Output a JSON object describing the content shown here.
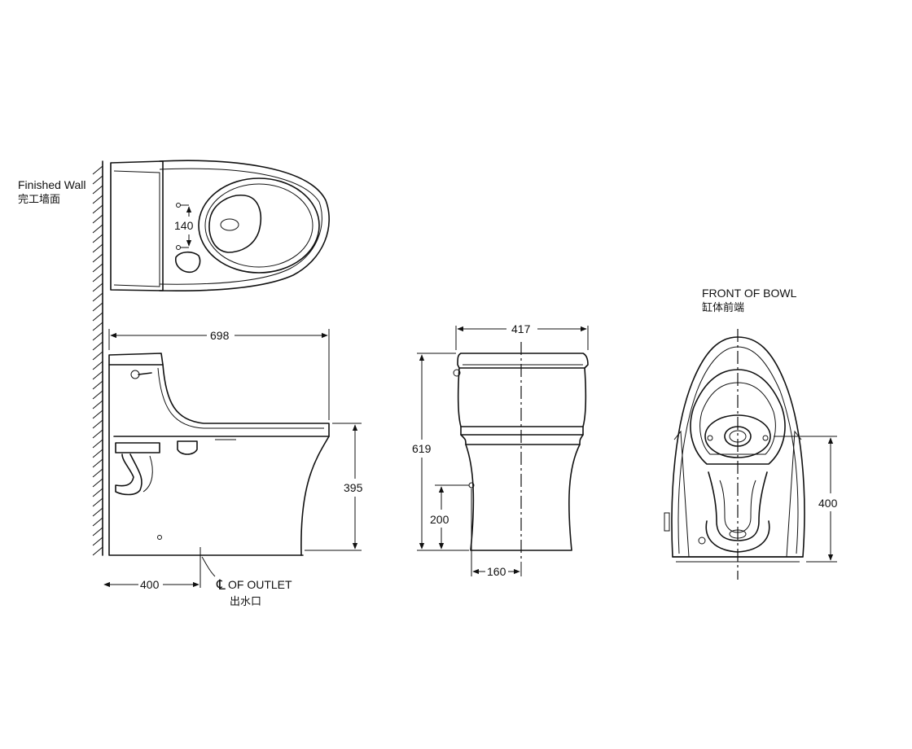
{
  "labels": {
    "finished_wall": "Finished Wall",
    "finished_wall_cn": "完工墙面",
    "outlet_symbol": "℄",
    "outlet": "OF OUTLET",
    "outlet_cn": "出水口",
    "front_of_bowl": "FRONT OF BOWL",
    "front_of_bowl_cn": "缸体前端"
  },
  "dimensions": {
    "seat_hole_spacing": "140",
    "overall_length": "698",
    "bowl_rim_height": "395",
    "rough_in": "400",
    "overall_width": "417",
    "overall_height": "619",
    "supply_height": "200",
    "supply_offset": "160",
    "front_rim_height": "400"
  },
  "colors": {
    "line": "#111111",
    "background": "#ffffff"
  }
}
